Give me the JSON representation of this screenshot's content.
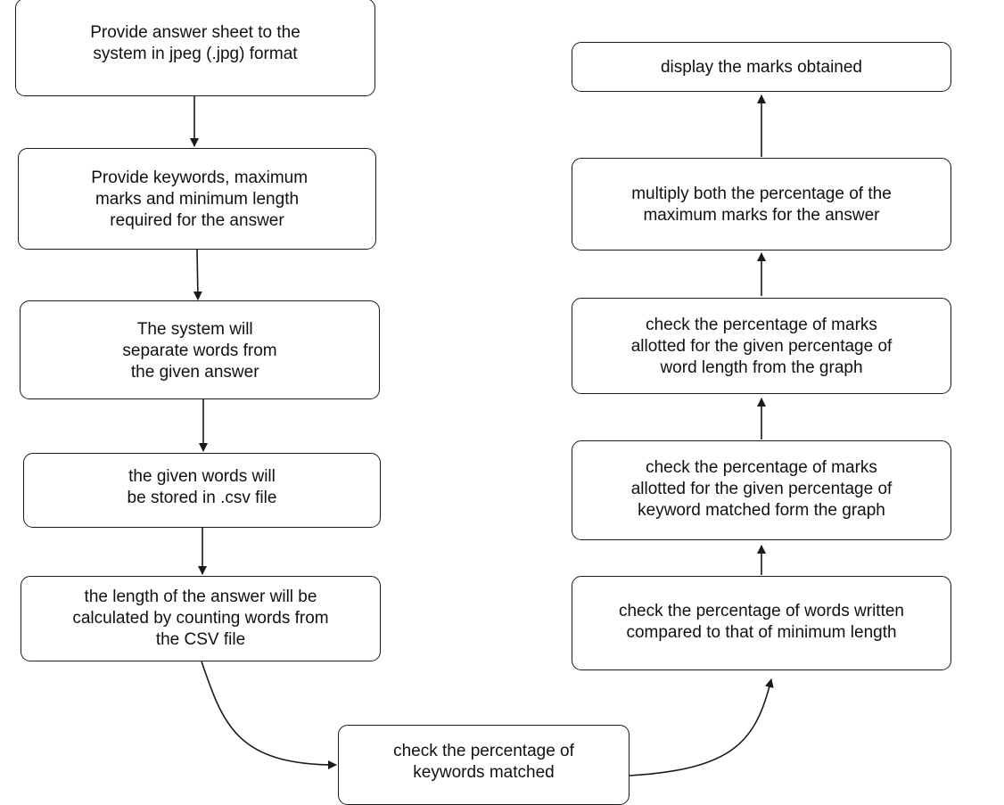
{
  "nodes": [
    {
      "id": "n1",
      "lines": [
        "Provide answer sheet to the",
        "system in jpeg (.jpg) format"
      ]
    },
    {
      "id": "n2",
      "lines": [
        " Provide keywords, maximum",
        "marks and minimum length",
        "required for the answer"
      ]
    },
    {
      "id": "n3",
      "lines": [
        "The system will  ",
        "separate words from",
        "the given answer  "
      ]
    },
    {
      "id": "n4",
      "lines": [
        "the given words will",
        "be stored in .csv file"
      ]
    },
    {
      "id": "n5",
      "lines": [
        "the length of the answer will be",
        "calculated by counting words from",
        "the CSV file"
      ]
    },
    {
      "id": "n6",
      "lines": [
        "check the percentage of",
        "keywords matched"
      ]
    },
    {
      "id": "n7",
      "lines": [
        "check the percentage of words written",
        "compared to that of minimum length"
      ]
    },
    {
      "id": "n8",
      "lines": [
        "check the percentage of marks",
        "allotted for the given percentage of",
        "keyword matched form the graph"
      ]
    },
    {
      "id": "n9",
      "lines": [
        "check the percentage of marks",
        "allotted for the given percentage of",
        "word length from the graph"
      ]
    },
    {
      "id": "n10",
      "lines": [
        "multiply both the percentage of the",
        "maximum marks for the answer"
      ]
    },
    {
      "id": "n11",
      "lines": [
        "display the marks obtained"
      ]
    }
  ],
  "edges": [
    {
      "from": "n1",
      "to": "n2"
    },
    {
      "from": "n2",
      "to": "n3"
    },
    {
      "from": "n3",
      "to": "n4"
    },
    {
      "from": "n4",
      "to": "n5"
    },
    {
      "from": "n5",
      "to": "n6"
    },
    {
      "from": "n6",
      "to": "n7"
    },
    {
      "from": "n7",
      "to": "n8"
    },
    {
      "from": "n8",
      "to": "n9"
    },
    {
      "from": "n9",
      "to": "n10"
    },
    {
      "from": "n10",
      "to": "n11"
    }
  ],
  "colors": {
    "stroke": "#1a1a1a",
    "fill": "#ffffff",
    "text": "#111111"
  }
}
